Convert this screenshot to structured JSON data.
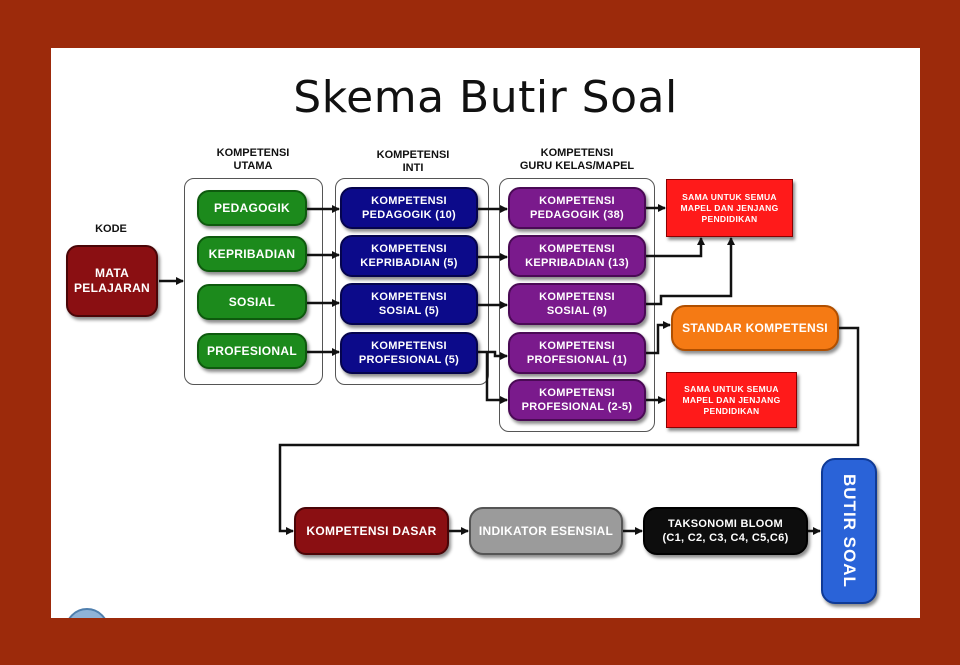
{
  "title": "Skema Butir Soal",
  "headers": {
    "kode": "KODE",
    "kompetensi_utama": [
      "KOMPETENSI",
      "UTAMA"
    ],
    "kompetensi_inti": [
      "KOMPETENSI",
      "INTI"
    ],
    "kompetensi_guru": [
      "KOMPETENSI",
      "GURU KELAS/MAPEL"
    ]
  },
  "kode_box": [
    "MATA",
    "PELAJARAN"
  ],
  "utama": [
    "PEDAGOGIK",
    "KEPRIBADIAN",
    "SOSIAL",
    "PROFESIONAL"
  ],
  "inti": [
    [
      "KOMPETENSI",
      "PEDAGOGIK (10)"
    ],
    [
      "KOMPETENSI",
      "KEPRIBADIAN (5)"
    ],
    [
      "KOMPETENSI",
      "SOSIAL (5)"
    ],
    [
      "KOMPETENSI",
      "PROFESIONAL (5)"
    ]
  ],
  "guru": [
    [
      "KOMPETENSI",
      "PEDAGOGIK (38)"
    ],
    [
      "KOMPETENSI",
      "KEPRIBADIAN (13)"
    ],
    [
      "KOMPETENSI",
      "SOSIAL (9)"
    ],
    [
      "KOMPETENSI",
      "PROFESIONAL  (1)"
    ],
    [
      "KOMPETENSI",
      "PROFESIONAL (2-5)"
    ]
  ],
  "sama_box_1": [
    "SAMA UNTUK SEMUA",
    "MAPEL DAN JENJANG",
    "PENDIDIKAN"
  ],
  "sama_box_2": [
    "SAMA UNTUK SEMUA",
    "MAPEL DAN JENJANG",
    "PENDIDIKAN"
  ],
  "standar_kompetensi": "STANDAR KOMPETENSI",
  "kompetensi_dasar": "KOMPETENSI DASAR",
  "indikator_esensial": "INDIKATOR ESENSIAL",
  "taksonomi": [
    "TAKSONOMI BLOOM",
    "(C1, C2, C3, C4, C5,C6)"
  ],
  "butir_soal": "BUTIR SOAL",
  "colors": {
    "frame": "#9c2a0b",
    "green": "#1c8a1c",
    "navy": "#0c0a8a",
    "purple": "#7a1a8c",
    "red": "#ff1a1a",
    "maroon": "#8a0f12",
    "orange": "#f57a14",
    "gray": "#9b9b9b",
    "black": "#0d0d0d",
    "blue": "#2a63d8"
  }
}
